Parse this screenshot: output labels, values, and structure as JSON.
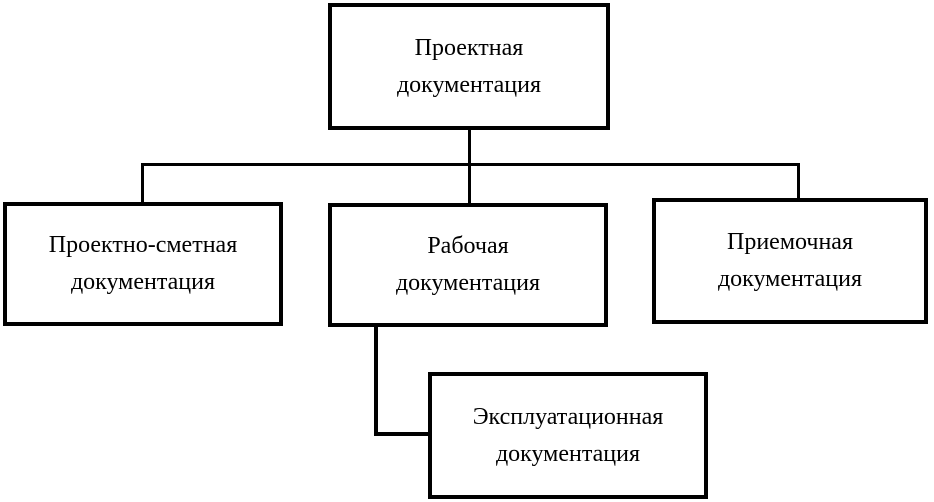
{
  "diagram": {
    "colors": {
      "line": "#000000",
      "box_background": "#ffffff",
      "text": "#000000"
    },
    "nodes": [
      {
        "id": "project",
        "line1": "Проектная",
        "line2": "документация"
      },
      {
        "id": "design-estimate",
        "line1": "Проектно-сметная",
        "line2": "документация"
      },
      {
        "id": "working",
        "line1": "Рабочая",
        "line2": "документация"
      },
      {
        "id": "acceptance",
        "line1": "Приемочная",
        "line2": "документация"
      },
      {
        "id": "operational",
        "line1": "Эксплуатационная",
        "line2": "документация"
      }
    ],
    "edges": [
      {
        "from": "project",
        "to": "design-estimate"
      },
      {
        "from": "project",
        "to": "working"
      },
      {
        "from": "project",
        "to": "acceptance"
      },
      {
        "from": "working",
        "to": "operational"
      }
    ]
  }
}
